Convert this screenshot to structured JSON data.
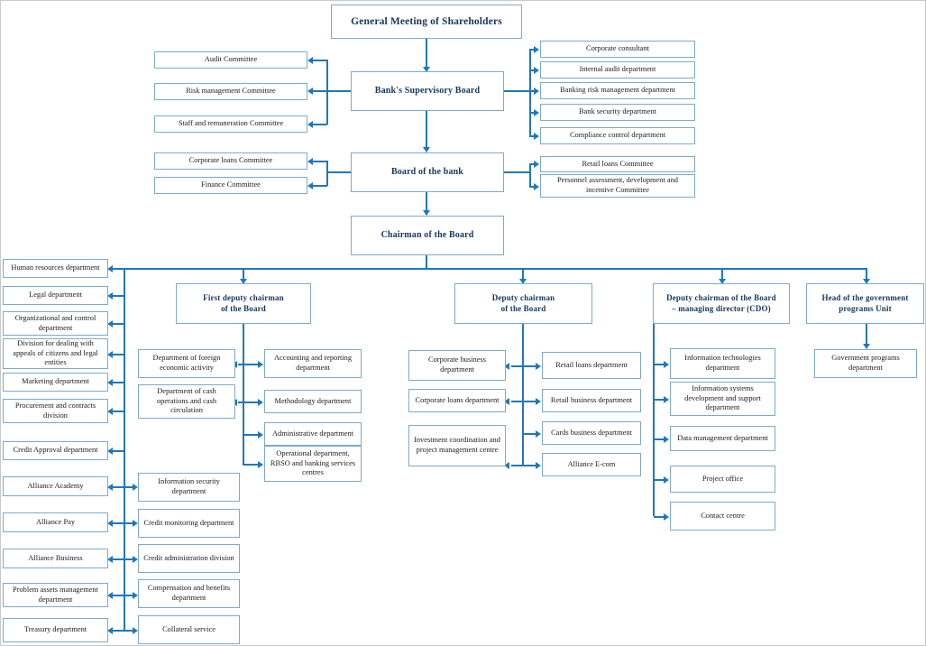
{
  "diagram": {
    "title_box": "General Meeting of Shareholders",
    "level2": {
      "supervisory_board": "Bank's Supervisory Board",
      "board_of_bank": "Board of the bank",
      "chairman": "Chairman of the Board"
    },
    "supervisory_left_committees": [
      "Audit Committee",
      "Risk management Committee",
      "Staff and remuneration Committee"
    ],
    "supervisory_right_units": [
      "Corporate consultant",
      "Internal audit department",
      "Banking risk management department",
      "Bank security department",
      "Compliance control department"
    ],
    "board_left_committees": [
      "Corporate loans Committee",
      "Finance Committee"
    ],
    "board_right_committees": [
      "Retail loans Committee",
      "Personnel assessment, development and incentive Committee"
    ],
    "deputies": {
      "first_deputy": "First deputy chairman\nof the Board",
      "first_deputy_l1": "First deputy chairman",
      "first_deputy_l2": "of the Board",
      "deputy": "Deputy chairman\nof the Board",
      "deputy_l1": "Deputy chairman",
      "deputy_l2": "of the Board",
      "cdo_l1": "Deputy chairman of the Board",
      "cdo_l2": "– managing director (CDO)",
      "gov_l1": "Head of the government",
      "gov_l2": "programs Unit"
    },
    "chairman_direct_left": [
      "Human resources department",
      "Legal department",
      "Organizational and control department",
      "Division for dealing with appeals of citizens and legal entities",
      "Marketing department",
      "Procurement and contracts division",
      "Credit Approval department",
      "Alliance Academy",
      "Alliance Pay",
      "Alliance Business",
      "Problem assets management department",
      "Treasury department"
    ],
    "chairman_direct_right": [
      "Information security department",
      "Credit monitoring department",
      "Credit administration division",
      "Compensation and benefits department",
      "Collateral service"
    ],
    "first_deputy_left": [
      "Department of foreign economic activity",
      "Department of cash operations and cash circulation"
    ],
    "first_deputy_right": [
      "Accounting and reporting department",
      "Methodology department",
      "Administrative department",
      "Operational department, RBSO and banking services centres"
    ],
    "deputy_left": [
      "Corporate business department",
      "Corporate loans department",
      "Investment coordination and project management centre"
    ],
    "deputy_right": [
      "Retail loans department",
      "Retail business department",
      "Cards business department",
      "Alliance E-com"
    ],
    "cdo_units": [
      "Information technologies department",
      "Information systems development and support department",
      "Data management department",
      "Project office",
      "Contact centre"
    ],
    "gov_units": [
      "Government programs department"
    ],
    "colors": {
      "box_border": "#7fa9c9",
      "connector": "#2277b8",
      "header_text": "#17365d",
      "body_text": "#1a1a1a",
      "background": "#ffffff"
    }
  }
}
